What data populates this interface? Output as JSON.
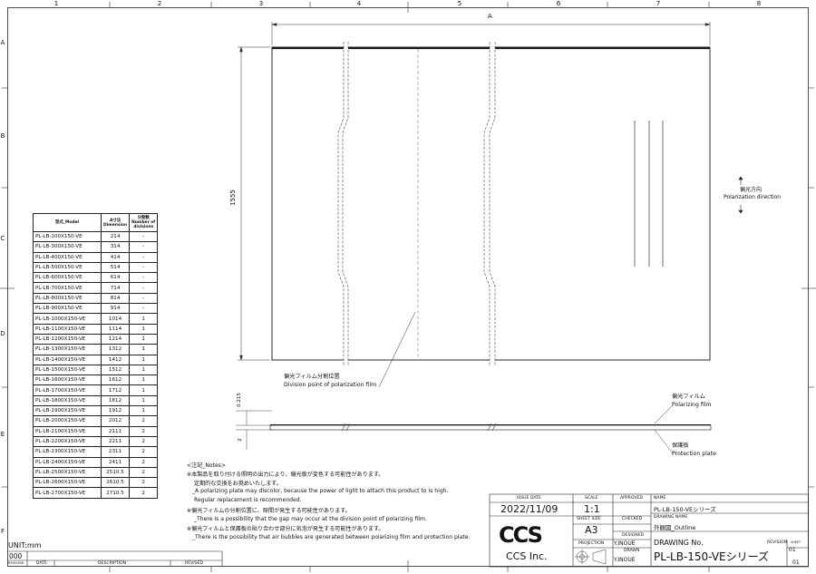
{
  "grid": {
    "columns": [
      "1",
      "2",
      "3",
      "4",
      "5",
      "6",
      "7",
      "8"
    ],
    "rows": [
      "A",
      "B",
      "C",
      "D",
      "E",
      "F"
    ]
  },
  "dimensions": {
    "width_label": "A",
    "height_label": "1555",
    "thickness_label": "0.215",
    "plate_label": "2"
  },
  "annotations": {
    "polarization_jp": "偏光方向",
    "polarization_en": "Polarization direction",
    "division_jp": "偏光フィルム分割位置",
    "division_en": "Division point of polarization film",
    "film_jp": "偏光フィルム",
    "film_en": "Polarizing film",
    "plate_jp": "保護板",
    "plate_en": "Protection plate"
  },
  "table": {
    "headers": [
      "型式_Model",
      "A寸法\nDimension",
      "分割数\nNumber of\ndivisions"
    ],
    "rows": [
      [
        "PL-LB-200X150-VE",
        "214",
        "-"
      ],
      [
        "PL-LB-300X150-VE",
        "314",
        "-"
      ],
      [
        "PL-LB-400X150-VE",
        "414",
        "-"
      ],
      [
        "PL-LB-500X150-VE",
        "514",
        "-"
      ],
      [
        "PL-LB-600X150-VE",
        "614",
        "-"
      ],
      [
        "PL-LB-700X150-VE",
        "714",
        "-"
      ],
      [
        "PL-LB-800X150-VE",
        "814",
        "-"
      ],
      [
        "PL-LB-900X150-VE",
        "914",
        "-"
      ],
      [
        "PL-LB-1000X150-VE",
        "1014",
        "1"
      ],
      [
        "PL-LB-1100X150-VE",
        "1114",
        "1"
      ],
      [
        "PL-LB-1200X150-VE",
        "1214",
        "1"
      ],
      [
        "PL-LB-1300X150-VE",
        "1312",
        "1"
      ],
      [
        "PL-LB-1400X150-VE",
        "1412",
        "1"
      ],
      [
        "PL-LB-1500X150-VE",
        "1512",
        "1"
      ],
      [
        "PL-LB-1600X150-VE",
        "1612",
        "1"
      ],
      [
        "PL-LB-1700X150-VE",
        "1712",
        "1"
      ],
      [
        "PL-LB-1800X150-VE",
        "1812",
        "1"
      ],
      [
        "PL-LB-1900X150-VE",
        "1912",
        "1"
      ],
      [
        "PL-LB-2000X150-VE",
        "2012",
        "2"
      ],
      [
        "PL-LB-2100X150-VE",
        "2111",
        "2"
      ],
      [
        "PL-LB-2200X150-VE",
        "2211",
        "2"
      ],
      [
        "PL-LB-2300X150-VE",
        "2311",
        "2"
      ],
      [
        "PL-LB-2400X150-VE",
        "2411",
        "2"
      ],
      [
        "PL-LB-2500X150-VE",
        "2510.5",
        "2"
      ],
      [
        "PL-LB-2600X150-VE",
        "2610.5",
        "2"
      ],
      [
        "PL-LB-2700X150-VE",
        "2710.5",
        "2"
      ]
    ]
  },
  "notes": {
    "title": "<注記_Notes>",
    "lines": [
      "※本製品を取り付ける照明の出力により、偏光板が変色する可能性があります。",
      "定期的な交換をお奨めいたします。",
      "_A polarizing plate may discolor, because the power of light to attach this product to is high.",
      "Regular replacement is recommended.",
      "※偏光フィルムの分割位置に、隙間が発生する可能性があります。",
      "_There is a possibility that the gap may occur at the division point of polarizing film.",
      "※偏光フィルムと保護板の貼り合わせ部分に気泡が発生する可能性があります。",
      "_There is the possibility that air bubbles are generated between polarizing film and protection plate."
    ]
  },
  "revision_block": {
    "unit": "UNIT:mm",
    "revision_value": "000",
    "headers": [
      "REVISION",
      "DATE",
      "DESCRIPTION",
      "REVISED"
    ]
  },
  "title_block": {
    "issue_date_label": "ISSUE DATE",
    "issue_date": "2022/11/09",
    "scale_label": "SCALE",
    "scale": "1:1",
    "sheet_size_label": "SHEET SIZE",
    "sheet_size": "A3",
    "projection_label": "PROJECTION",
    "approved_label": "APPROVED",
    "checked_label": "CHECKED",
    "designed_label": "DESIGNED",
    "designer": "Y.INOUE",
    "drawn_label": "DRAWN",
    "drawer": "Y.INOUE",
    "name_label": "NAME",
    "name": "PL-LB-150-VEシリーズ",
    "drawing_name_label": "DRAWING NAME",
    "drawing_name": "外観図_Outline",
    "drawing_no_label": "DRAWING No.",
    "drawing_no": "PL-LB-150-VEシリーズ",
    "revision_label": "REVISION",
    "revision": "01",
    "sheet_label": "SHEET",
    "sheet": "01",
    "company": "CCS Inc.",
    "logo_text": "CCS"
  }
}
